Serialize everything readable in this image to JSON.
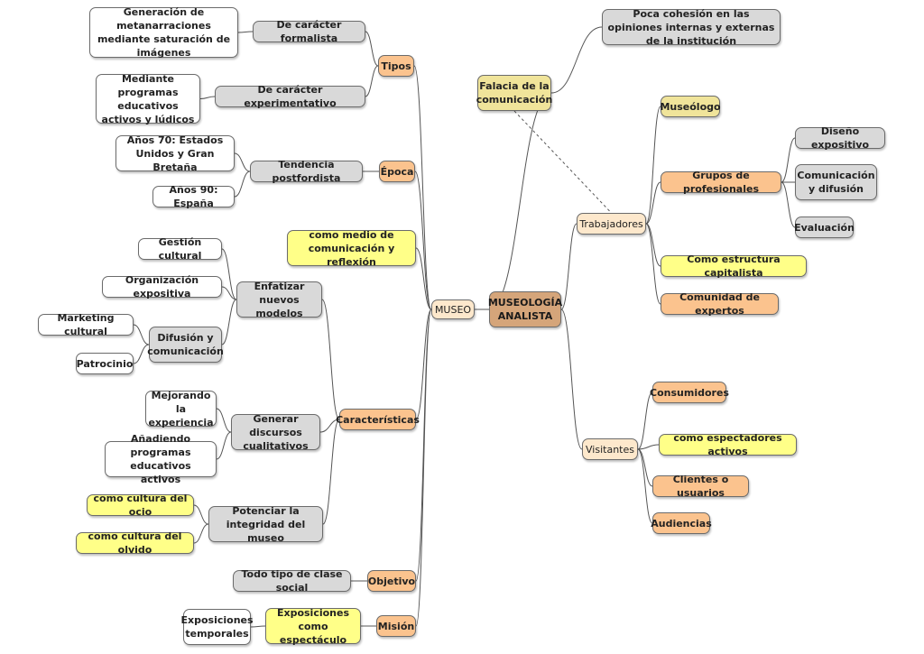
{
  "diagram": {
    "root": "MUSEOLOGÍA ANALISTA",
    "museo": "MUSEO",
    "trabajadores": "Trabajadores",
    "visitantes": "Visitantes",
    "falacia": "Falacia de la comunicación",
    "poca_cohesion": "Poca cohesión en las opiniones internas y externas de la institución",
    "museologo": "Museólogo",
    "grupos": "Grupos de profesionales",
    "diseno": "Diseño expositivo",
    "comunicacion_difusion": "Comunicación y difusión",
    "evaluacion": "Evaluación",
    "estructura": "Como estructura capitalista",
    "comunidad": "Comunidad de expertos",
    "consumidores": "Consumidores",
    "espectadores": "como espectadores activos",
    "clientes": "Clientes o usuarios",
    "audiencias": "Audiencias",
    "tipos": "Tipos",
    "formalista": "De carácter formalista",
    "generacion": "Generación de metanarraciones mediante saturación de imágenes",
    "experimentativo": "De carácter experimentativo",
    "programas_ludicos": "Mediante programas educativos activos y lúdicos",
    "epoca": "Época",
    "postfordista": "Tendencia postfordista",
    "anos70": "Años 70: Estados Unidos y Gran Bretaña",
    "anos90": "Años 90: España",
    "medio": "como medio de comunicación y reflexión",
    "caracteristicas": "Características",
    "enfatizar": "Enfatizar nuevos modelos",
    "gestion": "Gestión cultural",
    "organizacion": "Organización expositiva",
    "difusion": "Difusión y comunicación",
    "marketing": "Marketing cultural",
    "patrocinio": "Patrocinio",
    "generar": "Generar discursos cualitativos",
    "mejorando": "Mejorando la experiencia",
    "anadiendo": "Añadiendo programas educativos activos",
    "potenciar": "Potenciar la integridad del museo",
    "ocio": "como cultura del ocio",
    "olvido": "como cultura del olvido",
    "objetivo": "Objetivo",
    "clase_social": "Todo tipo de clase social",
    "mision": "Misión",
    "espectaculo": "Exposiciones como espectáculo",
    "temporales": "Exposiciones temporales"
  }
}
